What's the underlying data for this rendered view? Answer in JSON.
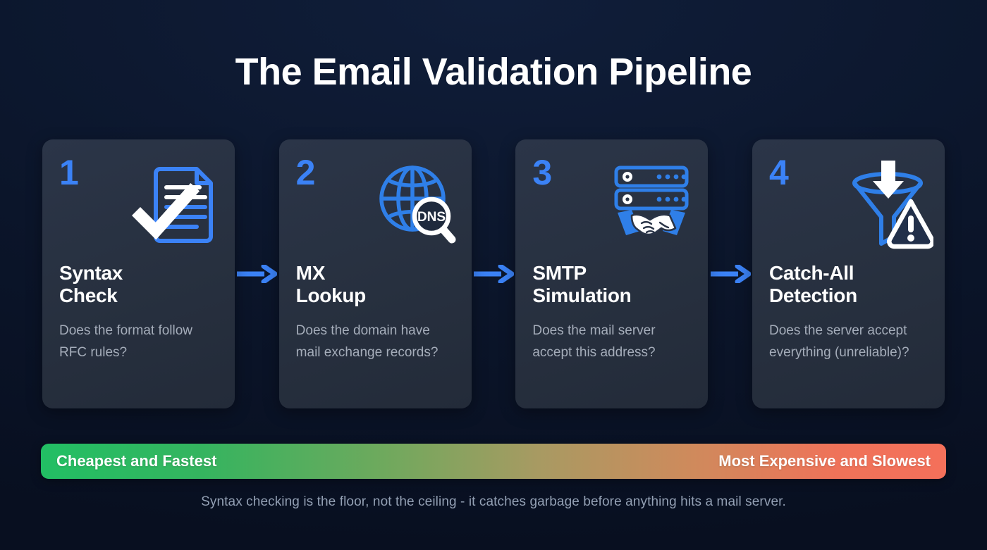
{
  "header": {
    "title": "The Email Validation Pipeline"
  },
  "colors": {
    "background": "#0b152a",
    "card_background": "#2a3447",
    "accent_blue": "#3b82f6",
    "title_text": "#ffffff",
    "body_text": "#a5adba",
    "caption_text": "#93a0b4",
    "scale_start": "#22bf64",
    "scale_mid": "#a89a62",
    "scale_end": "#f4705a"
  },
  "steps": [
    {
      "number": "1",
      "icon": "document-check-icon",
      "title": "Syntax\nCheck",
      "title_line1": "Syntax",
      "title_line2": "Check",
      "description": "Does the format follow RFC rules?"
    },
    {
      "number": "2",
      "icon": "globe-dns-search-icon",
      "title": "MX\nLookup",
      "title_line1": "MX",
      "title_line2": "Lookup",
      "description": "Does the domain have mail exchange records?",
      "icon_label": "DNS"
    },
    {
      "number": "3",
      "icon": "server-handshake-icon",
      "title": "SMTP\nSimulation",
      "title_line1": "SMTP",
      "title_line2": "Simulation",
      "description": "Does the mail server accept this address?"
    },
    {
      "number": "4",
      "icon": "funnel-warning-icon",
      "title": "Catch-All\nDetection",
      "title_line1": "Catch-All",
      "title_line2": "Detection",
      "description": "Does the server accept everything (unreliable)?"
    }
  ],
  "connectors": [
    {
      "icon": "arrow-right-icon"
    },
    {
      "icon": "arrow-right-icon"
    },
    {
      "icon": "arrow-right-icon"
    }
  ],
  "scale": {
    "left_label": "Cheapest and Fastest",
    "right_label": "Most Expensive and Slowest"
  },
  "footer": {
    "caption": "Syntax checking is the floor, not the ceiling - it catches garbage before anything hits a mail server."
  }
}
